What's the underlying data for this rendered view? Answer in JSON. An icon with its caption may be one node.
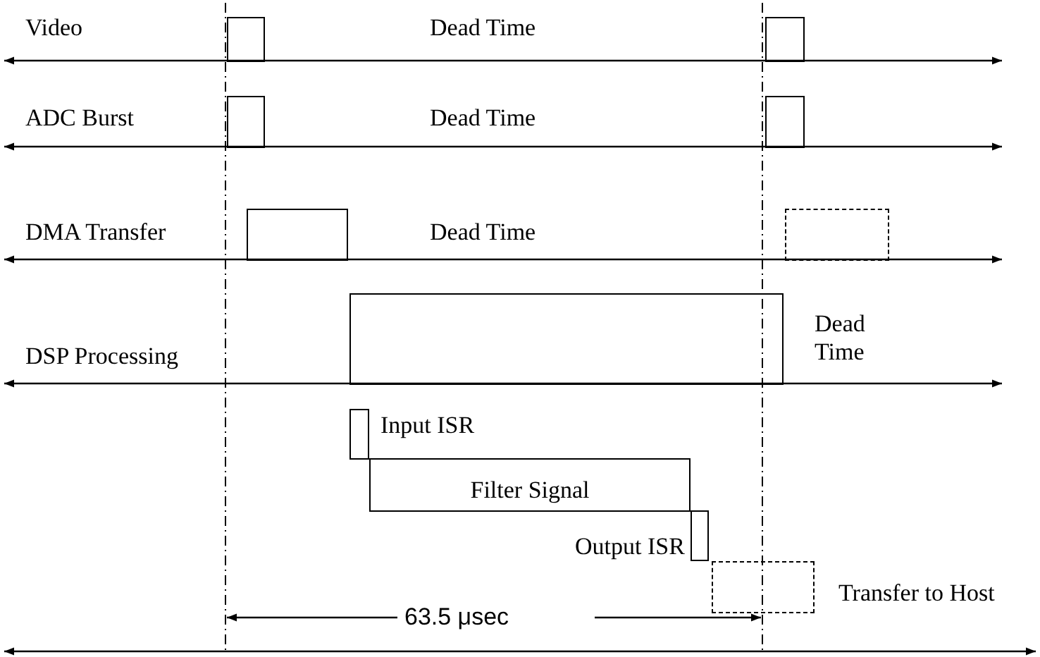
{
  "diagram": {
    "nodes": [
      {
        "text": [],
        "shape": "box"
      },
      {
        "text": [],
        "shape": "box"
      },
      {
        "text": [],
        "shape": "box"
      },
      {
        "text": [],
        "shape": "box"
      },
      {
        "text": [],
        "shape": "box"
      },
      {
        "text": [],
        "shape": "box"
      },
      {
        "text": [],
        "shape": "box"
      },
      {
        "text": [],
        "shape": "box",
        "beside": [
          "Input ISR"
        ]
      },
      {
        "text": [
          "Filter Signal"
        ]
      },
      {
        "text": [],
        "shape": "box",
        "beside": [
          "Output ISR"
        ]
      },
      {
        "text": [],
        "shape": "box",
        "beside": [
          "Transfer to Host"
        ]
      }
    ],
    "labels": [
      "Video",
      "Dead Time",
      "ADC Burst",
      "Dead Time",
      "DMA Transfer",
      "Dead Time",
      "DSP Processing",
      "Dead Time",
      "63.5 μsec"
    ]
  }
}
